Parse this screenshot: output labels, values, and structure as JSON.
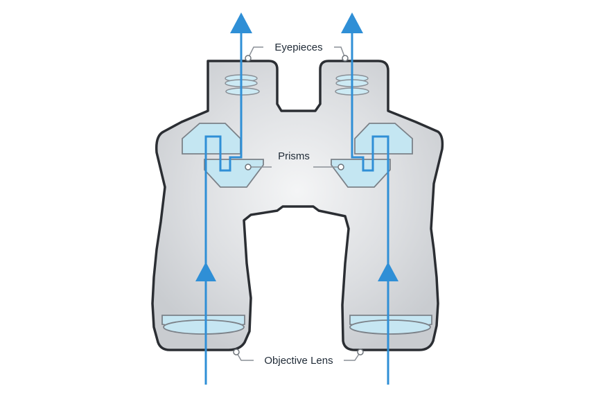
{
  "labels": {
    "eyepieces": "Eyepieces",
    "prisms": "Prisms",
    "objective": "Objective Lens"
  },
  "colors": {
    "ray": "#2f8fd6",
    "glass": "#cdeaf4",
    "body": "#d9dbde",
    "outline": "#2b2e33"
  }
}
